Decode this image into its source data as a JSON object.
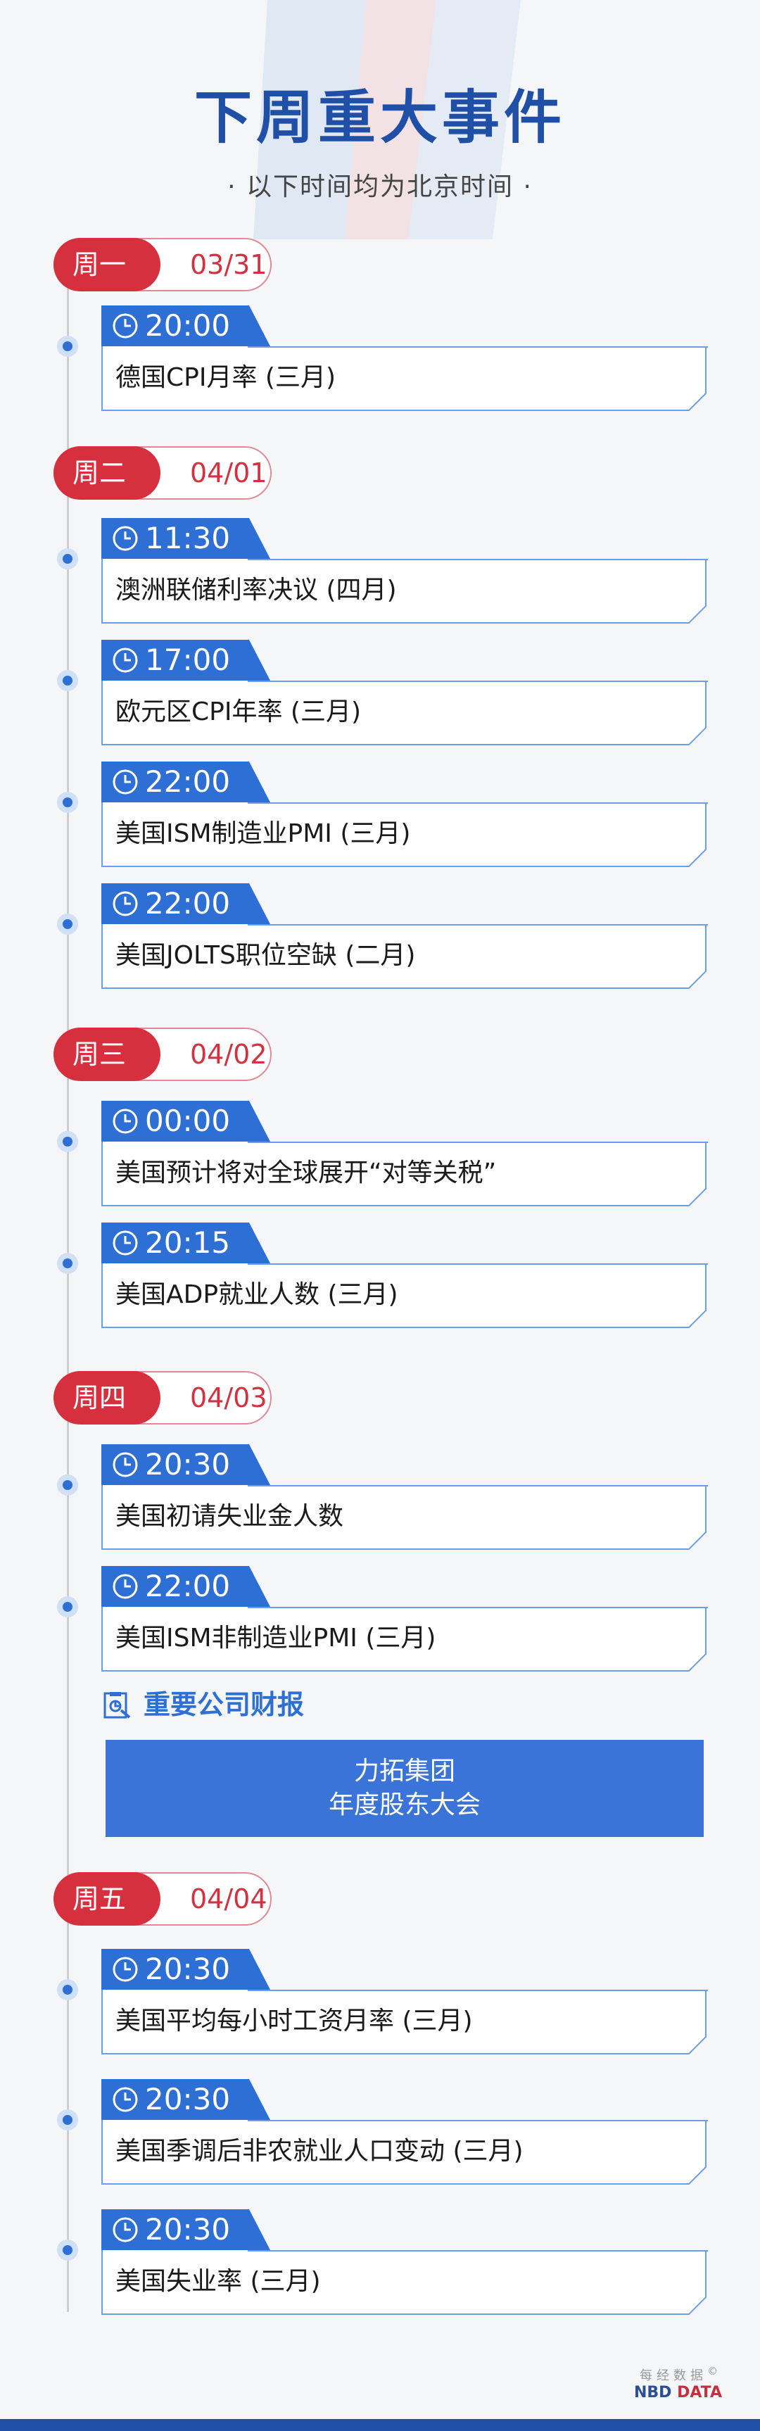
{
  "header": {
    "title": "下周重大事件",
    "subtitle": "· 以下时间均为北京时间 ·"
  },
  "days": [
    {
      "label": "周一",
      "date": "03/31"
    },
    {
      "label": "周二",
      "date": "04/01"
    },
    {
      "label": "周三",
      "date": "04/02"
    },
    {
      "label": "周四",
      "date": "04/03"
    },
    {
      "label": "周五",
      "date": "04/04"
    }
  ],
  "events": [
    {
      "time": "20:00",
      "text": "德国CPI月率 (三月)"
    },
    {
      "time": "11:30",
      "text": "澳洲联储利率决议 (四月)"
    },
    {
      "time": "17:00",
      "text": "欧元区CPI年率 (三月)"
    },
    {
      "time": "22:00",
      "text": "美国ISM制造业PMI (三月)"
    },
    {
      "time": "22:00",
      "text": "美国JOLTS职位空缺 (二月)"
    },
    {
      "time": "00:00",
      "text": "美国预计将对全球展开“对等关税”"
    },
    {
      "time": "20:15",
      "text": "美国ADP就业人数 (三月)"
    },
    {
      "time": "20:30",
      "text": "美国初请失业金人数"
    },
    {
      "time": "22:00",
      "text": "美国ISM非制造业PMI (三月)"
    },
    {
      "time": "20:30",
      "text": "美国平均每小时工资月率 (三月)"
    },
    {
      "time": "20:30",
      "text": "美国季调后非农就业人口变动 (三月)"
    },
    {
      "time": "20:30",
      "text": "美国失业率 (三月)"
    }
  ],
  "reports": {
    "title": "重要公司财报",
    "line1": "力拓集团",
    "line2": "年度股东大会"
  },
  "footer": {
    "logo_cn": "每经数据",
    "logo_nbd": "NBD",
    "logo_data": "DATA",
    "copyright": "©"
  },
  "colors": {
    "accent_blue": "#2e6fd6",
    "title_blue": "#1f4fa6",
    "accent_red": "#d6303f"
  }
}
